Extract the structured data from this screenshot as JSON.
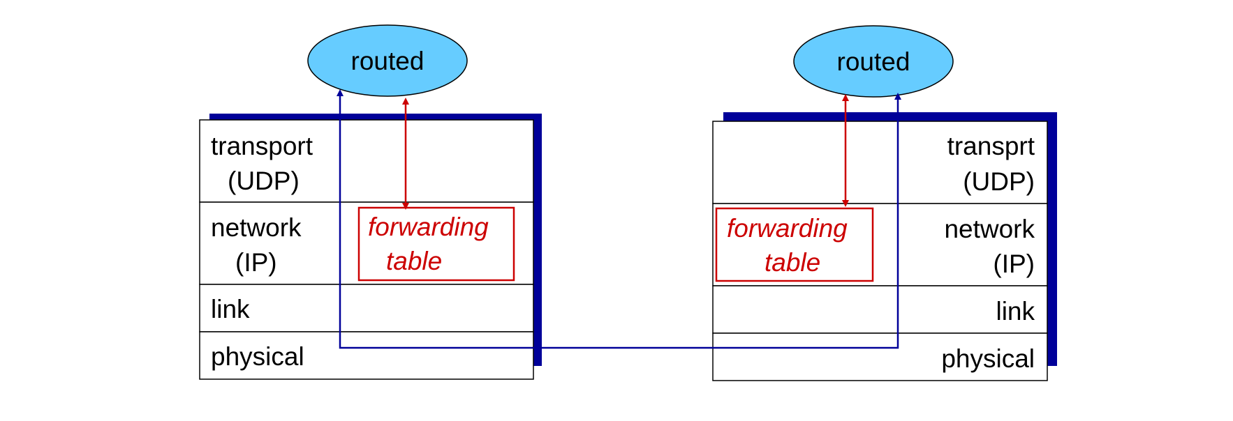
{
  "colors": {
    "daemon_fill": "#66ccff",
    "stack_shadow": "#000099",
    "forwarding": "#cc0000",
    "path_line": "#000099"
  },
  "routers": [
    {
      "daemon": "routed",
      "layers": {
        "transport": [
          "transport",
          "(UDP)"
        ],
        "network": [
          "network",
          "(IP)"
        ],
        "link": [
          "link"
        ],
        "physical": [
          "physical"
        ]
      },
      "forwarding_table": [
        "forwarding",
        "table"
      ]
    },
    {
      "daemon": "routed",
      "layers": {
        "transport": [
          "transprt",
          "(UDP)"
        ],
        "network": [
          "network",
          "(IP)"
        ],
        "link": [
          "link"
        ],
        "physical": [
          "physical"
        ]
      },
      "forwarding_table": [
        "forwarding",
        "table"
      ]
    }
  ]
}
